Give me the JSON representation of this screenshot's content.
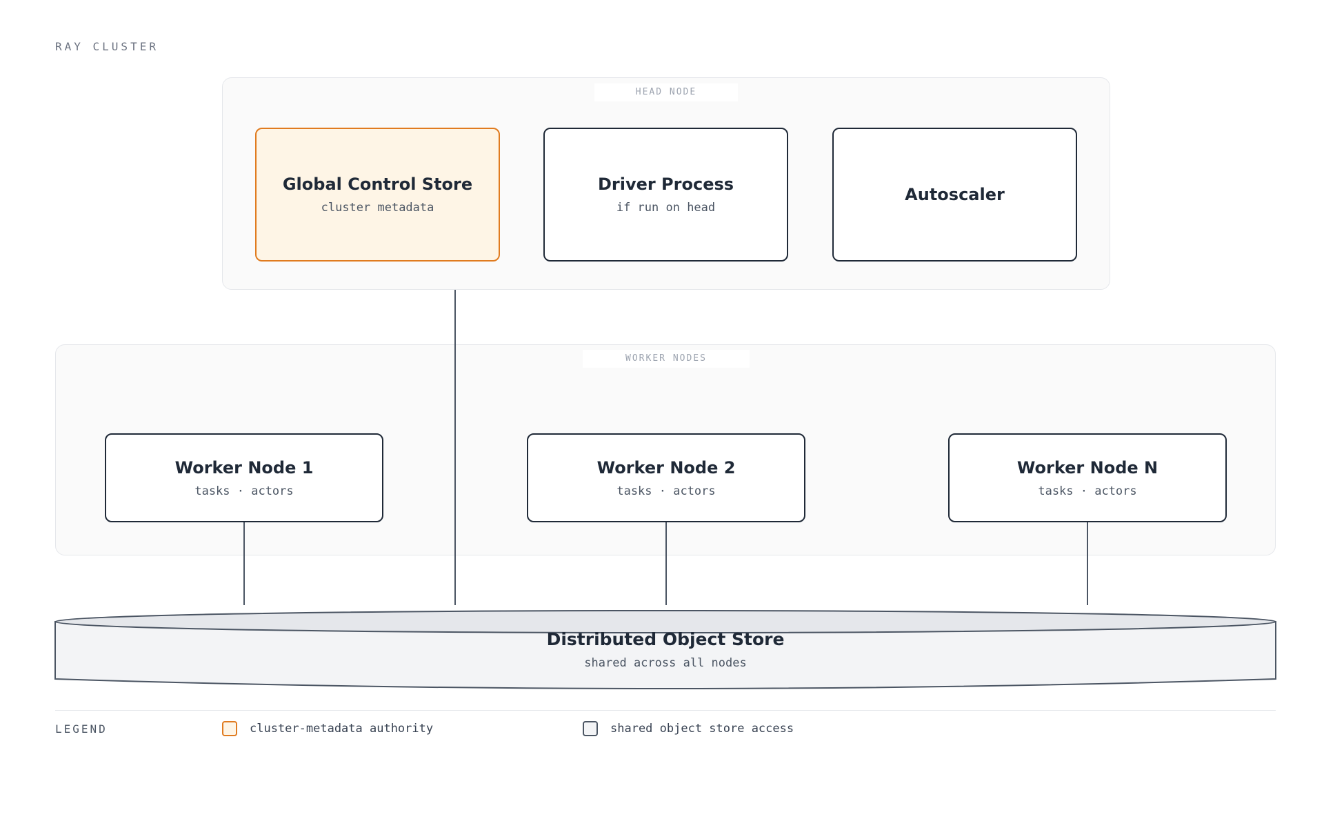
{
  "cluster_label": "RAY CLUSTER",
  "head_node": {
    "label": "HEAD NODE",
    "components": [
      {
        "title": "Global Control Store",
        "subtitle": "cluster metadata"
      },
      {
        "title": "Driver Process",
        "subtitle": "if run on head"
      },
      {
        "title": "Autoscaler",
        "subtitle": ""
      }
    ]
  },
  "worker_nodes": {
    "label": "WORKER NODES",
    "nodes": [
      {
        "title": "Worker Node 1",
        "subtitle": "tasks · actors"
      },
      {
        "title": "Worker Node 2",
        "subtitle": "tasks · actors"
      },
      {
        "title": "Worker Node N",
        "subtitle": "tasks · actors"
      }
    ]
  },
  "object_store": {
    "title": "Distributed Object Store",
    "subtitle": "shared across all nodes"
  },
  "legend": {
    "title": "LEGEND",
    "items": [
      {
        "label": "cluster-metadata authority",
        "color": "#e07b1f"
      },
      {
        "label": "shared object store access",
        "color": "#4b5563"
      }
    ]
  },
  "colors": {
    "accent": "#e07b1f",
    "accent_fill": "#fef5e6",
    "stroke": "#1f2937",
    "group_fill": "#fafafa"
  }
}
